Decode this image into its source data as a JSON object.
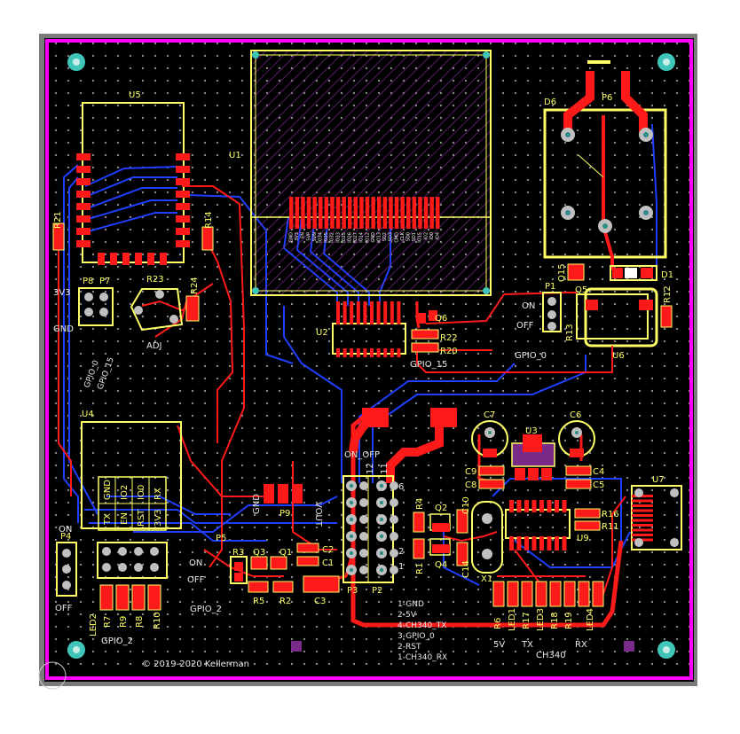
{
  "colors": {
    "board": "#000000",
    "outline": "#ff00ff",
    "frame": "#7a7a7a",
    "top_copper": "#ff1a1a",
    "bottom_copper": "#1f3fff",
    "silkscreen": "#ffff66",
    "text": "#ffffff",
    "pad": "#c0c0c0",
    "mount_hole": "#3fc6b8"
  },
  "refdes": {
    "U5": "U5",
    "U1": "U1",
    "U2": "U2",
    "U3": "U3",
    "U4": "U4",
    "U6": "U6",
    "U7": "U7",
    "U9": "U9",
    "D6": "D6",
    "P6": "P6",
    "D1": "D1",
    "R21": "R21",
    "R14": "R14",
    "P8": "P8",
    "P7": "P7",
    "R23": "R23",
    "R24": "R24",
    "P1": "P1",
    "Q5": "Q5",
    "Q15": "Q15",
    "R12": "R12",
    "R13": "R13",
    "Q6": "Q6",
    "R22": "R22",
    "R20": "R20",
    "C7": "C7",
    "C6": "C6",
    "C9": "C9",
    "C8": "C8",
    "C4": "C4",
    "C5": "C5",
    "C10": "C10",
    "R4": "R4",
    "Q2": "Q2",
    "R1": "R1",
    "Q4": "Q4",
    "C14": "C14",
    "X1": "X1",
    "R16": "R16",
    "R11": "R11",
    "P9": "P9",
    "P3": "P3",
    "P2": "P2",
    "C2": "C2",
    "C1": "C1",
    "Q3": "Q3",
    "Q1": "Q1",
    "R3": "R3",
    "R5": "R5",
    "R2": "R2",
    "C3": "C3",
    "P4": "P4",
    "P5": "P5",
    "LED2": "LED2",
    "R7": "R7",
    "R9": "R9",
    "R8": "R8",
    "R10": "R10",
    "R6": "R6",
    "LED1": "LED1",
    "R17": "R17",
    "LED3": "LED3",
    "R18": "R18",
    "R19": "R19",
    "LED4": "LED4"
  },
  "labels": {
    "v3v": "3V3",
    "gnd": "GND",
    "adj": "ADJ",
    "gpio_0_p": "GPIO_0",
    "gpio_15": "GPIO_15",
    "gpio_0_b": "GPIO_0",
    "gpio_2_a": "GPIO_2",
    "gpio_2_b": "GPIO_2",
    "gpio_15_b": "GPIO_15",
    "on": "ON",
    "off": "OFF",
    "on_off": "ON_OFF",
    "vout": "VOUT",
    "p9_gnd": "GND",
    "tx": "TX",
    "en": "EN",
    "rst": "RST",
    "v3v3": "3V3",
    "gnd2": "GND",
    "io2": "IO2",
    "io0": "IO0",
    "rx": "RX",
    "pin12": "12",
    "pin11": "11",
    "pin6": "6",
    "pin2": "2",
    "pin1": "1",
    "led_tx": "TX",
    "led_rx": "RX",
    "v5": "5V",
    "ch340": "CH340",
    "copyright": "© 2019-2020 Kellerman"
  },
  "pin_legend": [
    "1-GND",
    "2-5V",
    "4-CH340_TX",
    "3-GPIO_0",
    "2-RST",
    "1-CH340_RX"
  ],
  "u1_pins": [
    "GND",
    "3V3",
    "EN",
    "SVP",
    "SVN",
    "IO34",
    "IO35",
    "IO32",
    "IO33",
    "IO25",
    "IO26",
    "IO27",
    "IO14",
    "IO12",
    "GND",
    "IO13",
    "SD2",
    "SD3",
    "CMD",
    "CLK",
    "SD0",
    "SD1",
    "IO15",
    "IO2",
    "IO0",
    "IO4"
  ]
}
